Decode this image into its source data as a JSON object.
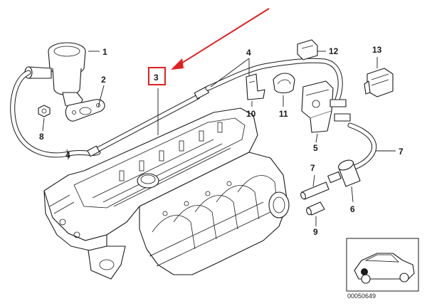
{
  "diagram": {
    "callouts": {
      "c1": "1",
      "c2": "2",
      "c3": "3",
      "c4a": "4",
      "c4b": "4",
      "c5": "5",
      "c6": "6",
      "c7a": "7",
      "c7b": "7",
      "c8": "8",
      "c9": "9",
      "c10": "10",
      "c11": "11",
      "c12": "12",
      "c13": "13"
    },
    "reference_number": "00050649",
    "highlight": {
      "callout": "3",
      "box_color": "#e02020",
      "arrow_color": "#e02020"
    }
  }
}
